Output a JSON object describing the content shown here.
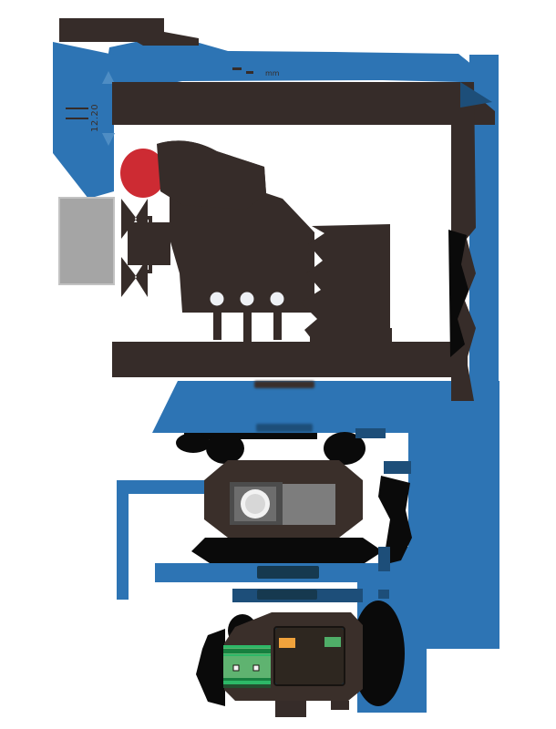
{
  "figure": {
    "kind": "technical-dimension-diagram",
    "labels": {
      "height": "12.20",
      "unit": "mm"
    },
    "colors": {
      "blue": "#2d74b4",
      "blueLight": "#4e8dc4",
      "blueDark": "#1d4e79",
      "blueDarker": "#16394f",
      "brown": "#362c29",
      "brownBody": "#3a2f2a",
      "black": "#0a0a0a",
      "red": "#cd2b33",
      "grayConnector": "#a5a5a5",
      "grayConnectorEdge": "#c2c2c2",
      "panelDark": "#4c4c4c",
      "panelMid": "#6d6d6d",
      "panelLight": "#7d7d7d",
      "sensorRing": "#f2f2f2",
      "sensorFill": "#d7d7d7",
      "whiteDot": "#eef1f5",
      "whiteDotEdge": "#c9ced4",
      "greenBlock": "#5fb370",
      "greenBright": "#2db867",
      "greenDark": "#17803f",
      "greenDeep": "#234f2f",
      "ledOrange": "#f0a33c",
      "ledGreen": "#4fae68",
      "pinWhite": "#f5f5f5"
    }
  }
}
